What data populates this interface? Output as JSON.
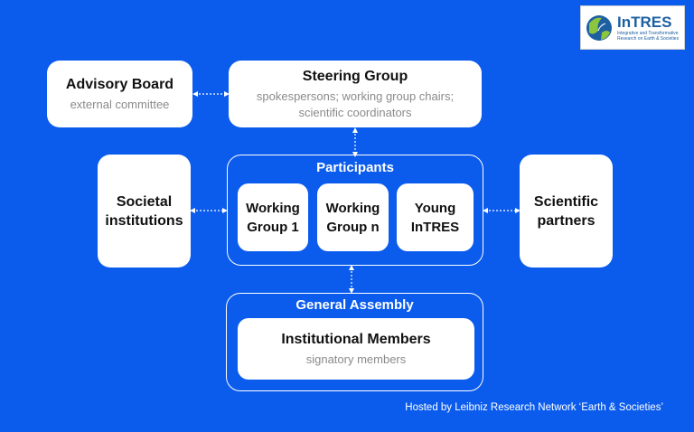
{
  "logo": {
    "name": "InTRES",
    "tagline": "Integrative and Transformative Research on Earth & Societies"
  },
  "advisory_board": {
    "title": "Advisory Board",
    "subtitle": "external committee"
  },
  "steering_group": {
    "title": "Steering Group",
    "subtitle_line1": "spokespersons; working group chairs;",
    "subtitle_line2": "scientific coordinators"
  },
  "societal_institutions": {
    "line1": "Societal",
    "line2": "institutions"
  },
  "scientific_partners": {
    "line1": "Scientific",
    "line2": "partners"
  },
  "participants": {
    "label": "Participants",
    "groups": [
      {
        "line1": "Working",
        "line2": "Group 1"
      },
      {
        "line1": "Working",
        "line2": "Group n"
      },
      {
        "line1": "Young",
        "line2": "InTRES"
      }
    ]
  },
  "general_assembly": {
    "label": "General Assembly",
    "members_title": "Institutional Members",
    "members_subtitle": "signatory members"
  },
  "footer": "Hosted by Leibniz Research Network ‘Earth & Societies’",
  "colors": {
    "background": "#0b5ced",
    "box": "#ffffff",
    "title_text": "#111111",
    "subtitle_text": "#8a8a8a"
  }
}
